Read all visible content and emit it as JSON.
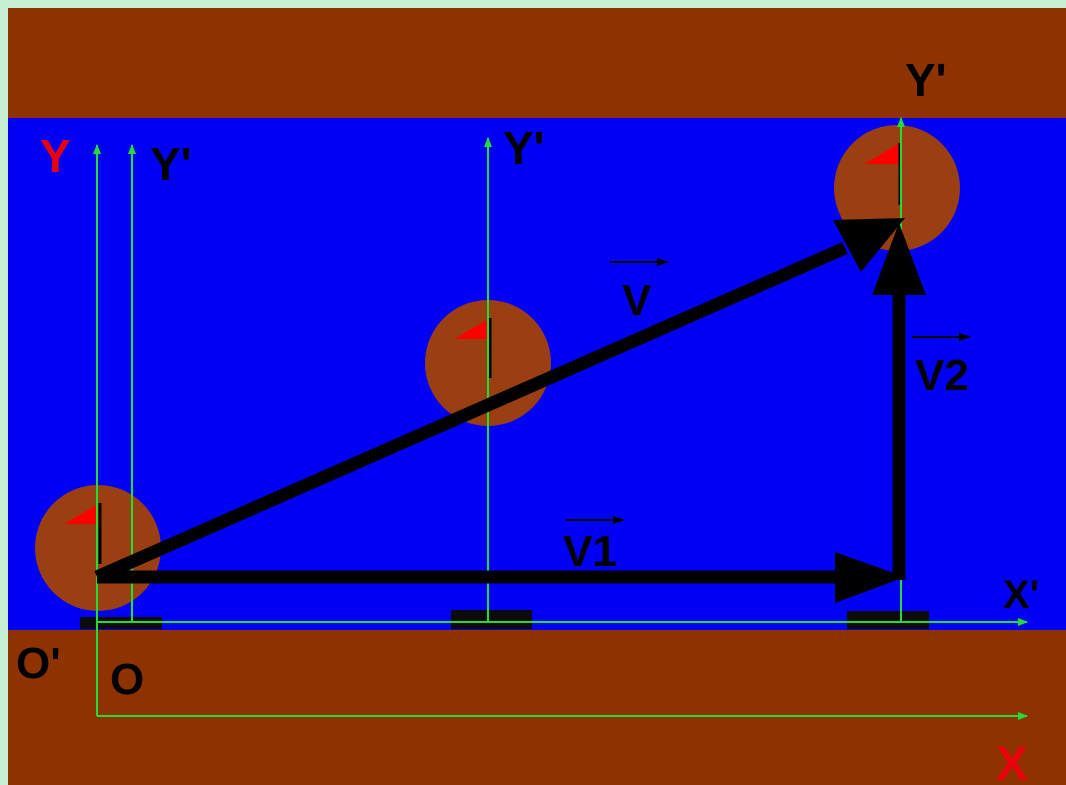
{
  "colors": {
    "frame": "#c8f0d2",
    "bank": "#8e3300",
    "river": "#0000f5",
    "axis_line": "#22dd33",
    "vector": "#000000",
    "fixed_axis_label": "#e8000a",
    "moving_axis_label": "#000000",
    "boat": "#9a3f12",
    "flag": "#ff0000",
    "raft": "#0b0b0b"
  },
  "labels": {
    "fixed_y": "Y",
    "fixed_x": "X",
    "fixed_origin": "O'",
    "moving_y_start": "Y'",
    "moving_y_middle": "Y'",
    "moving_y_end": "Y'",
    "moving_x": "X'",
    "moving_origin": "O",
    "vector_v": "V",
    "vector_v1": "V1",
    "vector_v2": "V2"
  },
  "icons": {
    "boat": "boat-circle-icon",
    "flag": "red-flag-icon",
    "raft": "raft-icon"
  }
}
